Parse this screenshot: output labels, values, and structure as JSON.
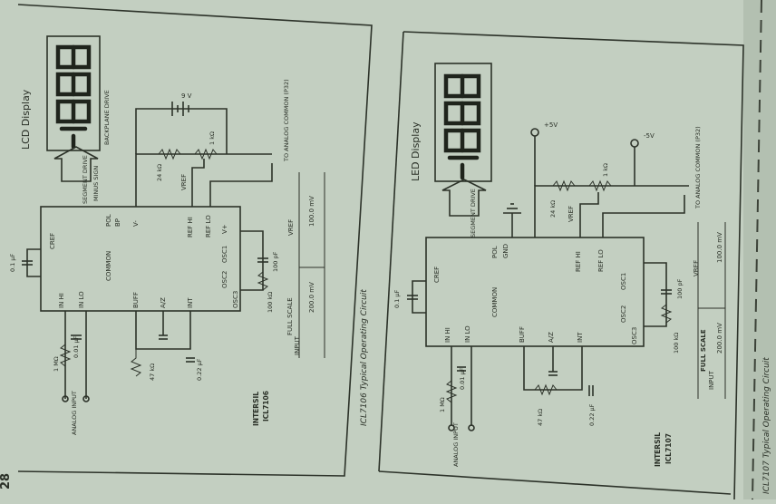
{
  "page_number": "28",
  "colors": {
    "paper": "#c3cfc1",
    "ink": "#2a3027"
  },
  "left_panel": {
    "display_label": "LCD Display",
    "digits": "-1888",
    "backplane": "BACKPLANE DRIVE",
    "minus_sign": "MINUS SIGN",
    "segment_drive": "SEGMENT DRIVE",
    "pol": "POL",
    "bp": "BP",
    "v_minus": "V-",
    "v_plus": "V+",
    "cref": "CREF",
    "in_hi": "IN HI",
    "in_lo": "IN LO",
    "common": "COMMON",
    "buff": "BUFF",
    "az": "A/Z",
    "int": "INT",
    "ref_hi": "REF HI",
    "ref_lo": "REF LO",
    "osc1": "OSC1",
    "osc2": "OSC2",
    "osc3": "OSC3",
    "supply": "9 V",
    "to_common": "TO ANALOG COMMON (P32)",
    "vref": "VREF",
    "cap_100pf": "100 pF",
    "full_scale": "FULL SCALE",
    "input": "INPUT",
    "v200": "200.0 mV",
    "v100": "100.0 mV",
    "analog_input": "ANALOG INPUT",
    "r1m": "1 MΩ",
    "c001": "0.01 µF",
    "c01": "0.1 µF",
    "r47k": "47 kΩ",
    "c022": "0.22 µF",
    "r24k": "24 kΩ",
    "r1k": "1 kΩ",
    "r100k": "100 kΩ",
    "maker": "INTERSIL",
    "chip": "ICL7106",
    "caption": "ICL7106 Typical Operating Circuit"
  },
  "right_panel": {
    "display_label": "LED Display",
    "digits": "-1888",
    "segment_drive": "SEGMENT DRIVE",
    "pol": "POL",
    "gnd": "GND",
    "cref": "CREF",
    "in_hi": "IN HI",
    "in_lo": "IN LO",
    "common": "COMMON",
    "buff": "BUFF",
    "az": "A/Z",
    "int": "INT",
    "ref_hi": "REF HI",
    "ref_lo": "REF LO",
    "osc1": "OSC1",
    "osc2": "OSC2",
    "osc3": "OSC3",
    "plus5": "+5V",
    "minus5": "-5V",
    "to_common": "TO ANALOG COMMON (P32)",
    "vref": "VREF",
    "cap_100pf": "100 pF",
    "full_scale": "FULL SCALE",
    "input": "INPUT",
    "v200": "200.0 mV",
    "v100": "100.0 mV",
    "analog_input": "ANALOG INPUT",
    "r1m": "1 MΩ",
    "c001": "0.01 µF",
    "c01": "0.1 µF",
    "r47k": "47 kΩ",
    "c022": "0.22 µF",
    "r24k": "24 kΩ",
    "r1k": "1 kΩ",
    "r100k": "100 kΩ",
    "maker": "INTERSIL",
    "chip": "ICL7107",
    "caption": "ICL7107 Typical Operating Circuit"
  }
}
